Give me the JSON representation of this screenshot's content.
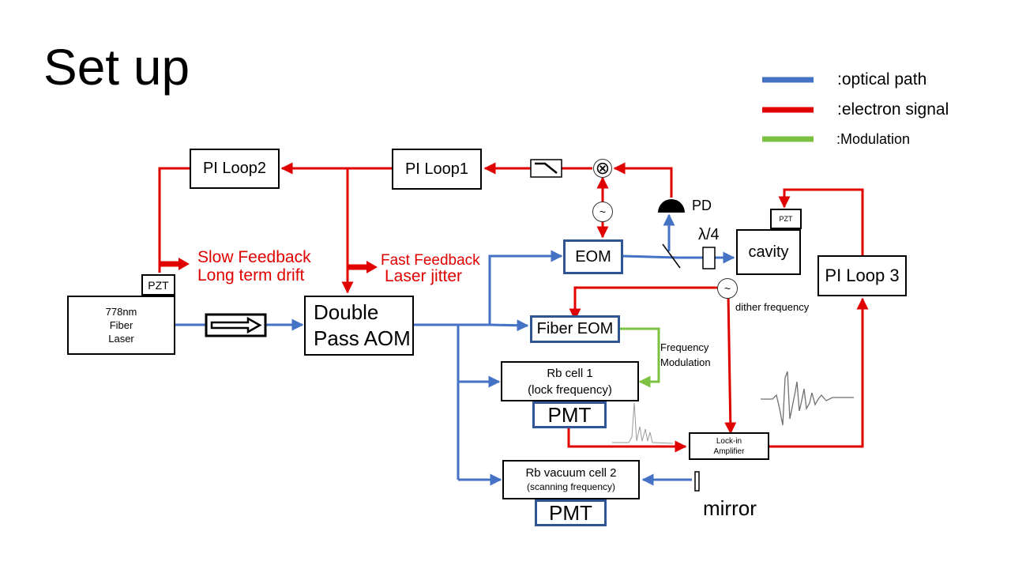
{
  "title": "Set up",
  "legend": [
    {
      "label": ":optical path",
      "color": "#4472C4"
    },
    {
      "label": ":electron signal",
      "color": "#E00000"
    },
    {
      "label": ":Modulation",
      "color": "#7DC142"
    }
  ],
  "colors": {
    "optical": "#4472C4",
    "electron": "#E00000",
    "modulation": "#7DC142",
    "box_blue": "#2F5597"
  },
  "boxes": {
    "pi_loop2": "PI Loop2",
    "pi_loop1": "PI Loop1",
    "pzt_laser": "PZT",
    "laser_line1": "778nm",
    "laser_line2": "Fiber",
    "laser_line3": "Laser",
    "aom_line1": "Double",
    "aom_line2": "Pass AOM",
    "eom": "EOM",
    "fiber_eom": "Fiber EOM",
    "rb_cell1_line1": "Rb cell 1",
    "rb_cell1_line2": "(lock frequency)",
    "pmt1": "PMT",
    "rb_cell2_line1": "Rb vacuum cell 2",
    "rb_cell2_line2": "(scanning frequency)",
    "pmt2": "PMT",
    "pzt_cavity": "PZT",
    "cavity": "cavity",
    "pi_loop3": "PI Loop 3",
    "lockin_line1": "Lock-in",
    "lockin_line2": "Amplifier"
  },
  "labels": {
    "slow_feedback": "Slow Feedback",
    "long_term_drift": "Long term drift",
    "fast_feedback": "Fast Feedback",
    "laser_jitter": "Laser jitter",
    "pd": "PD",
    "lambda4": "λ/4",
    "dither": "dither frequency",
    "freq_mod1": "Frequency",
    "freq_mod2": "Modulation",
    "mirror": "mirror"
  },
  "symbols": {
    "mixer": "⊗",
    "oscillator": "~"
  },
  "icons": [
    "optical-isolator-icon",
    "low-pass-filter-icon",
    "mixer-icon",
    "oscillator-icon",
    "photodiode-icon",
    "beam-splitter-icon",
    "waveplate-icon",
    "mirror-icon",
    "spectrum-trace-icon",
    "error-signal-trace-icon"
  ]
}
